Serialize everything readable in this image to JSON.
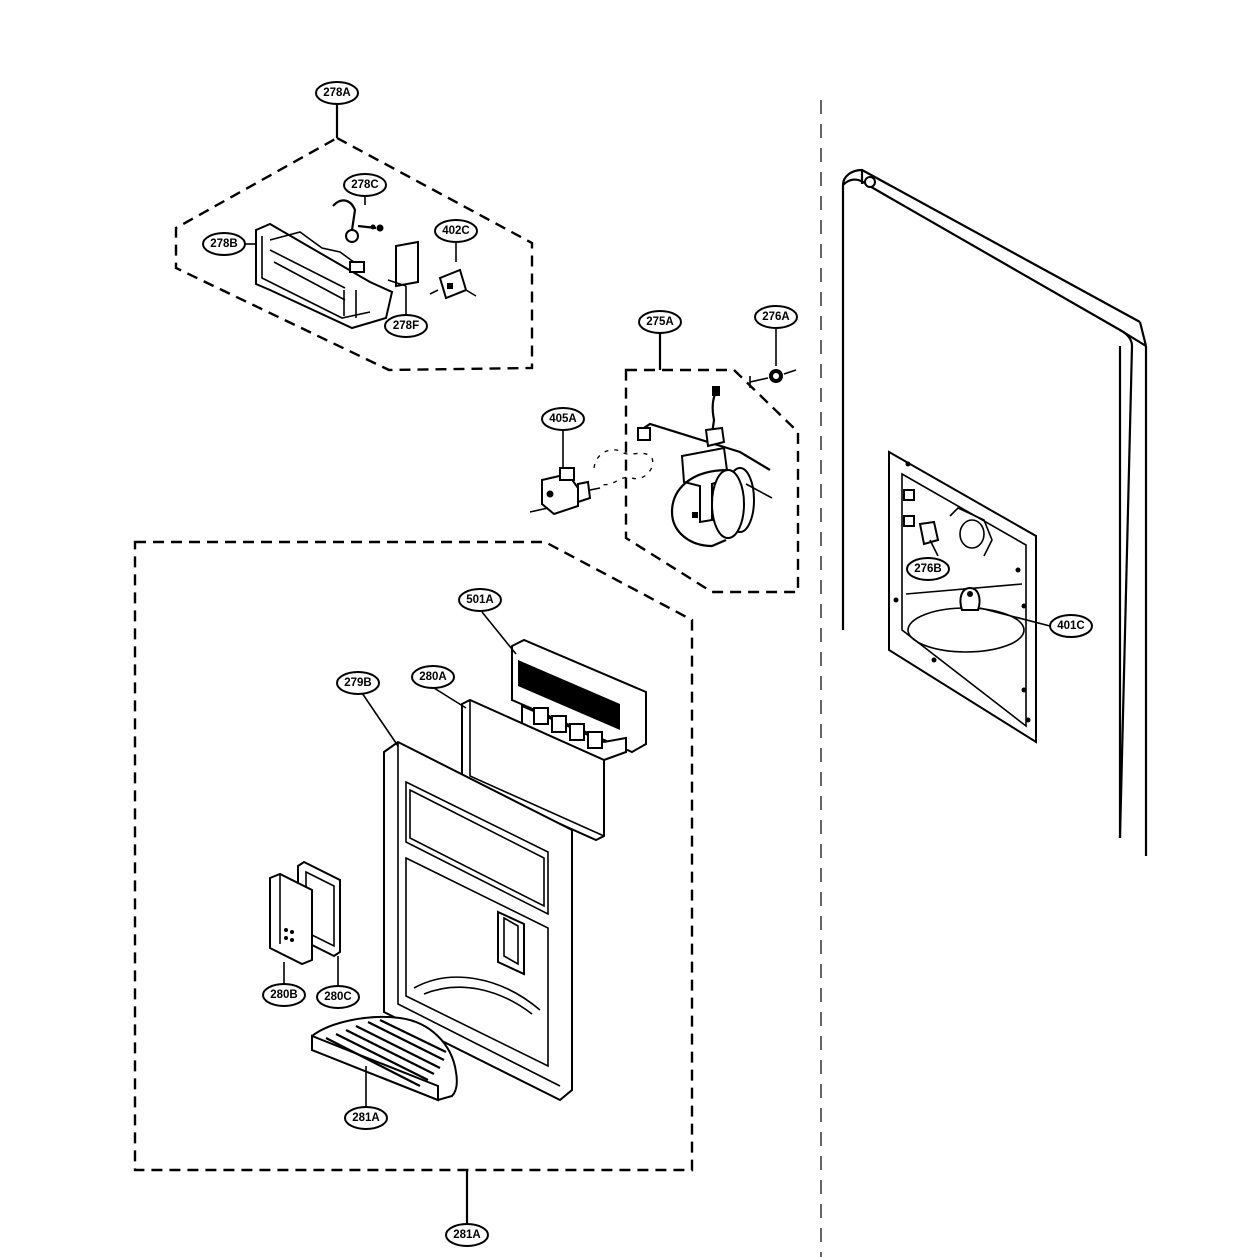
{
  "labels": {
    "l278A": "278A",
    "l278C": "278C",
    "l278B": "278B",
    "l402C": "402C",
    "l278F": "278F",
    "l275A": "275A",
    "l276A": "276A",
    "l405A": "405A",
    "l276B": "276B",
    "l401C": "401C",
    "l501A": "501A",
    "l280A": "280A",
    "l279B": "279B",
    "l280B": "280B",
    "l280C": "280C",
    "l281A_inner": "281A",
    "l281A_outer": "281A"
  }
}
